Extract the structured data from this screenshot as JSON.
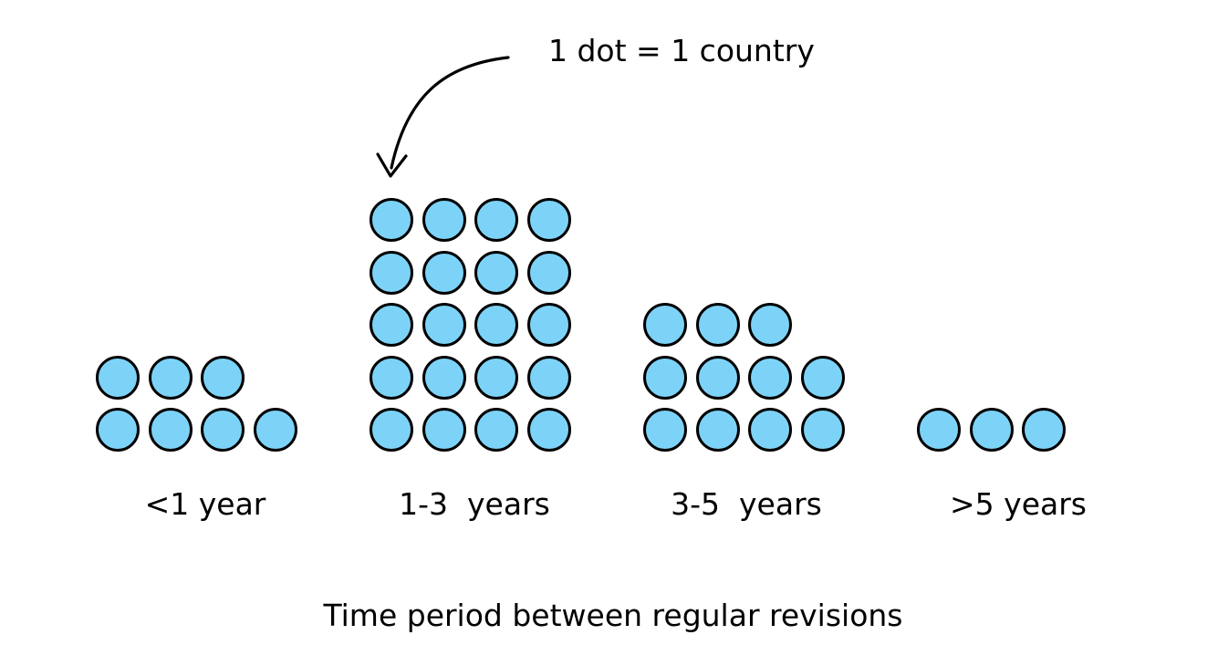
{
  "chart_data": {
    "type": "pictograph-dot-plot",
    "title": "",
    "xlabel": "Time period between regular revisions",
    "legend": "1 dot = 1 country",
    "categories": [
      "<1 year",
      "1-3  years",
      "3-5  years",
      ">5 years"
    ],
    "values": [
      7,
      20,
      11,
      3
    ],
    "total_dots": 41,
    "dots_per_row": 4,
    "arrangement": {
      "max_per_row": 4,
      "stacking": "full rows of 4 at bottom, remainder row on top, left-aligned",
      "baseline": "bottom-aligned across groups"
    },
    "dot_color": "#7DD3F7",
    "dot_outline_color": "#000000",
    "text_color": "#000000",
    "background_color": "#FFFFFF",
    "grid": "off",
    "axes": "none (category labels below each dot group)"
  }
}
